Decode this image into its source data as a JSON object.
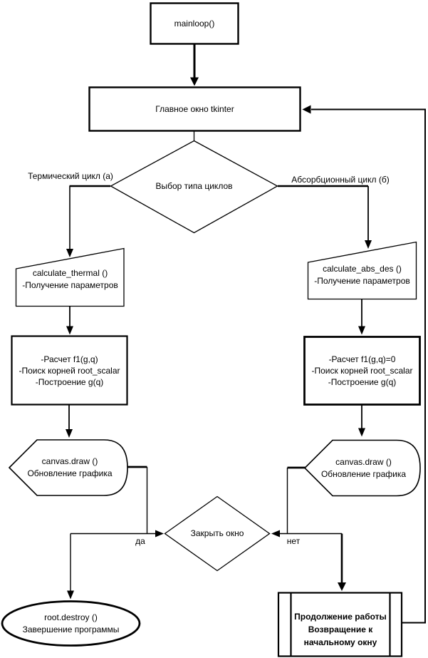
{
  "colors": {
    "background": "#ffffff",
    "stroke": "#000000",
    "text": "#000000"
  },
  "diagram": {
    "nodes": {
      "mainloop": {
        "label": "mainloop()"
      },
      "main_window": {
        "label": "Главное окно tkinter"
      },
      "choose_cycle": {
        "label": "Выбор типа циклов"
      },
      "branch_thermal_label": "Термический цикл (а)",
      "branch_absorption_label": "Абсорбционный цикл (б)",
      "calc_thermal": {
        "line1": "calculate_thermal ()",
        "line2": "-Получение параметров"
      },
      "calc_abs_des": {
        "line1": "calculate_abs_des ()",
        "line2": "-Получение параметров"
      },
      "process_left": {
        "line1": "-Расчет f1(g,q)",
        "line2": "-Поиск корней root_scalar",
        "line3": "-Построение g(q)"
      },
      "process_right": {
        "line1": "-Расчет f1(g,q)=0",
        "line2": "-Поиск корней root_scalar",
        "line3": "-Построение g(q)"
      },
      "display_left": {
        "line1": "canvas.draw ()",
        "line2": "Обновление графика"
      },
      "display_right": {
        "line1": "canvas.draw ()",
        "line2": "Обновление графика"
      },
      "close_window": {
        "label": "Закрыть окно"
      },
      "yes_label": "да",
      "no_label": "нет",
      "terminate": {
        "line1": "root.destroy ()",
        "line2": "Завершение программы"
      },
      "continue_work": {
        "line1": "Продолжение работы",
        "line2": "Возвращение к",
        "line3": "начальному окну"
      }
    }
  }
}
